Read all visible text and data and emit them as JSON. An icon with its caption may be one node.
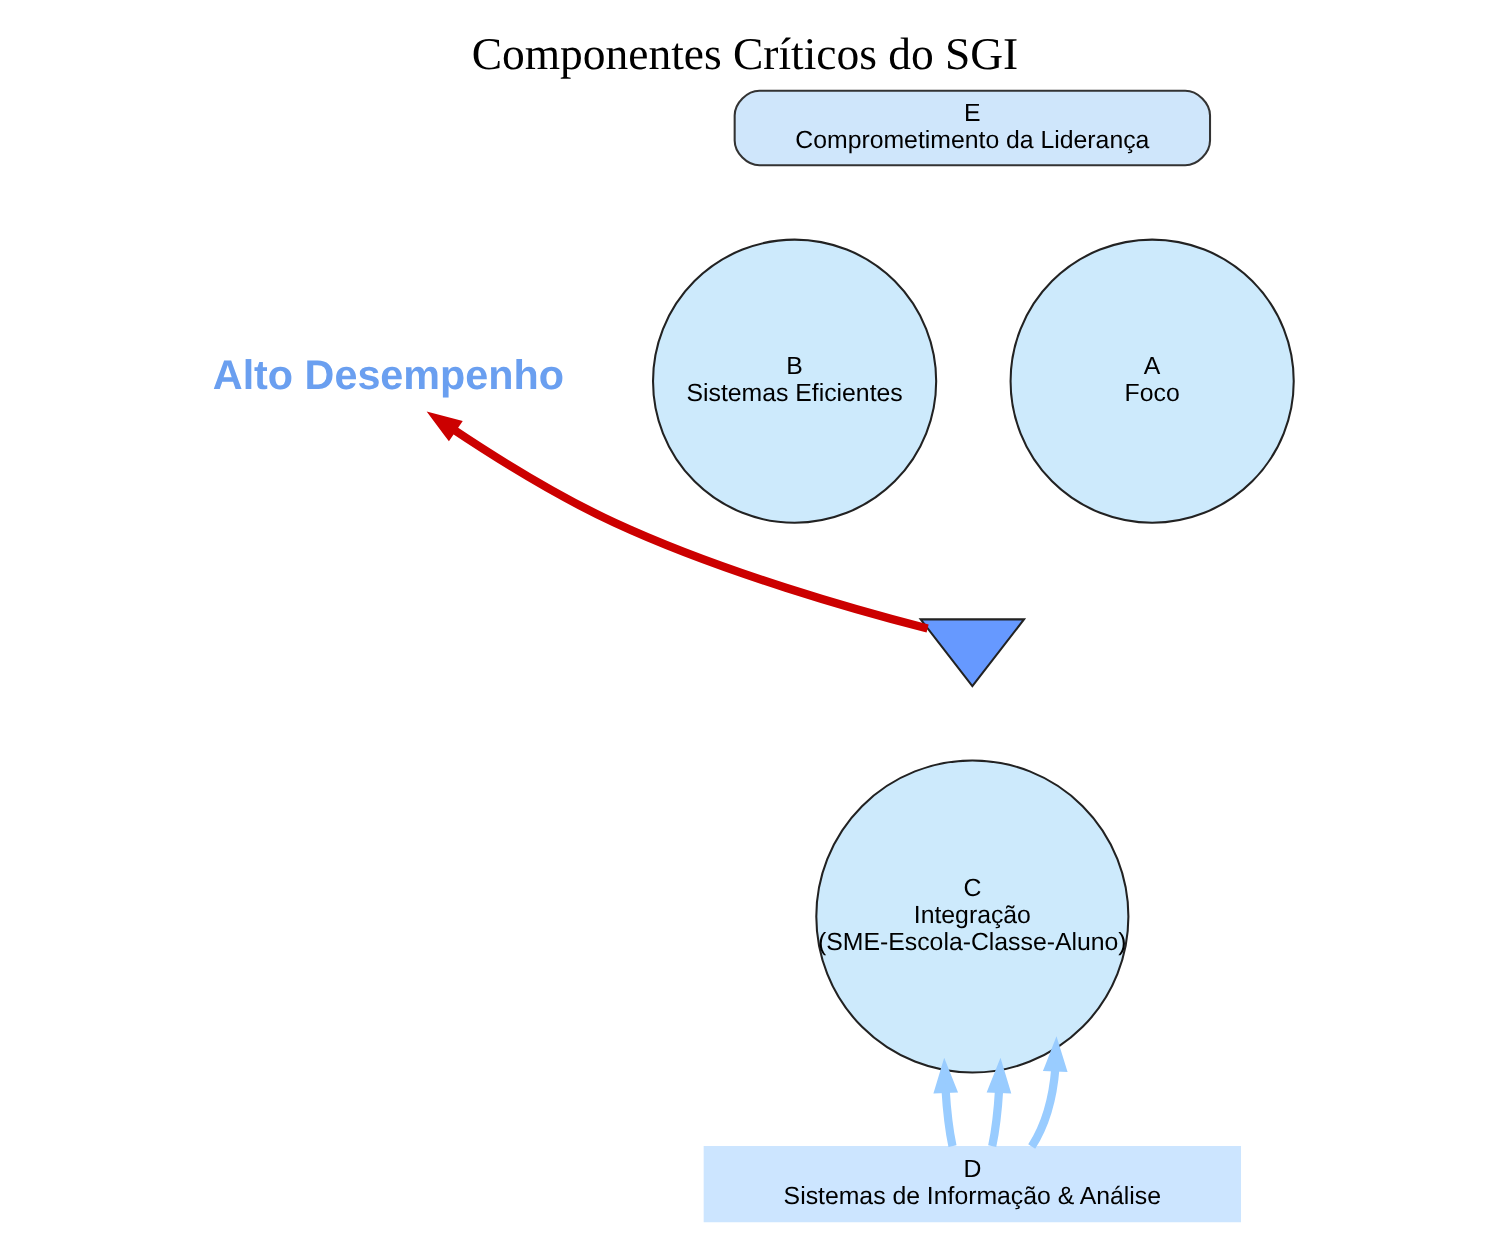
{
  "diagram": {
    "title": "Componentes Críticos do SGI",
    "nodes": [
      {
        "text": [
          "E",
          "Comprometimento da Liderança"
        ]
      },
      {
        "text": [
          "B",
          "Sistemas Eficientes"
        ]
      },
      {
        "text": [
          "A",
          "Foco"
        ]
      },
      {
        "text": [
          "C",
          "Integração",
          "(SME-Escola-Classe-Aluno)"
        ]
      },
      {
        "text": [],
        "shape": "triangle"
      },
      {
        "text": [
          "Alto Desempenho"
        ]
      },
      {
        "text": [
          "D",
          "Sistemas de Informação & Análise"
        ]
      }
    ],
    "edges": [
      {
        "from": 4,
        "to": 5,
        "arrow": "to",
        "color": "#cc0000"
      },
      {
        "from": 6,
        "to": 3,
        "arrow": "to"
      },
      {
        "from": 6,
        "to": 3,
        "arrow": "to"
      },
      {
        "from": 6,
        "to": 3,
        "arrow": "to"
      }
    ]
  }
}
